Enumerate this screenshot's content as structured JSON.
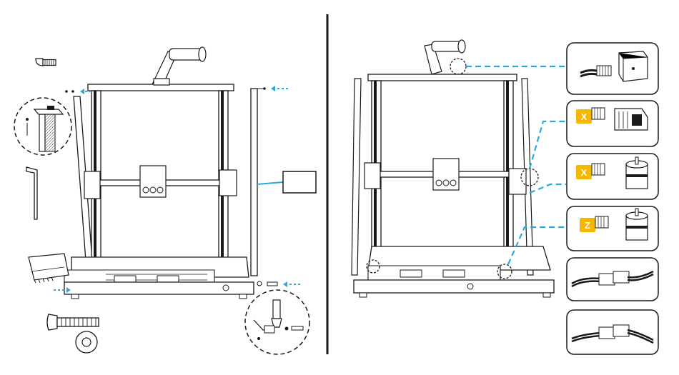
{
  "connector_tags": [
    {
      "letter": "X",
      "color": "#f5b800"
    },
    {
      "letter": "X",
      "color": "#f5b800"
    },
    {
      "letter": "Z",
      "color": "#f5b800"
    }
  ],
  "colors": {
    "line": "#1a1a1a",
    "callout": "#29a8e0",
    "tag": "#f5b800",
    "background": "#ffffff"
  },
  "icons": [
    "screw-icon",
    "hex-key-icon",
    "bolt-icon",
    "washer-icon",
    "rod-icon",
    "printer-frame-icon",
    "stepper-motor-icon",
    "switch-icon",
    "cable-icon",
    "detector-icon"
  ]
}
